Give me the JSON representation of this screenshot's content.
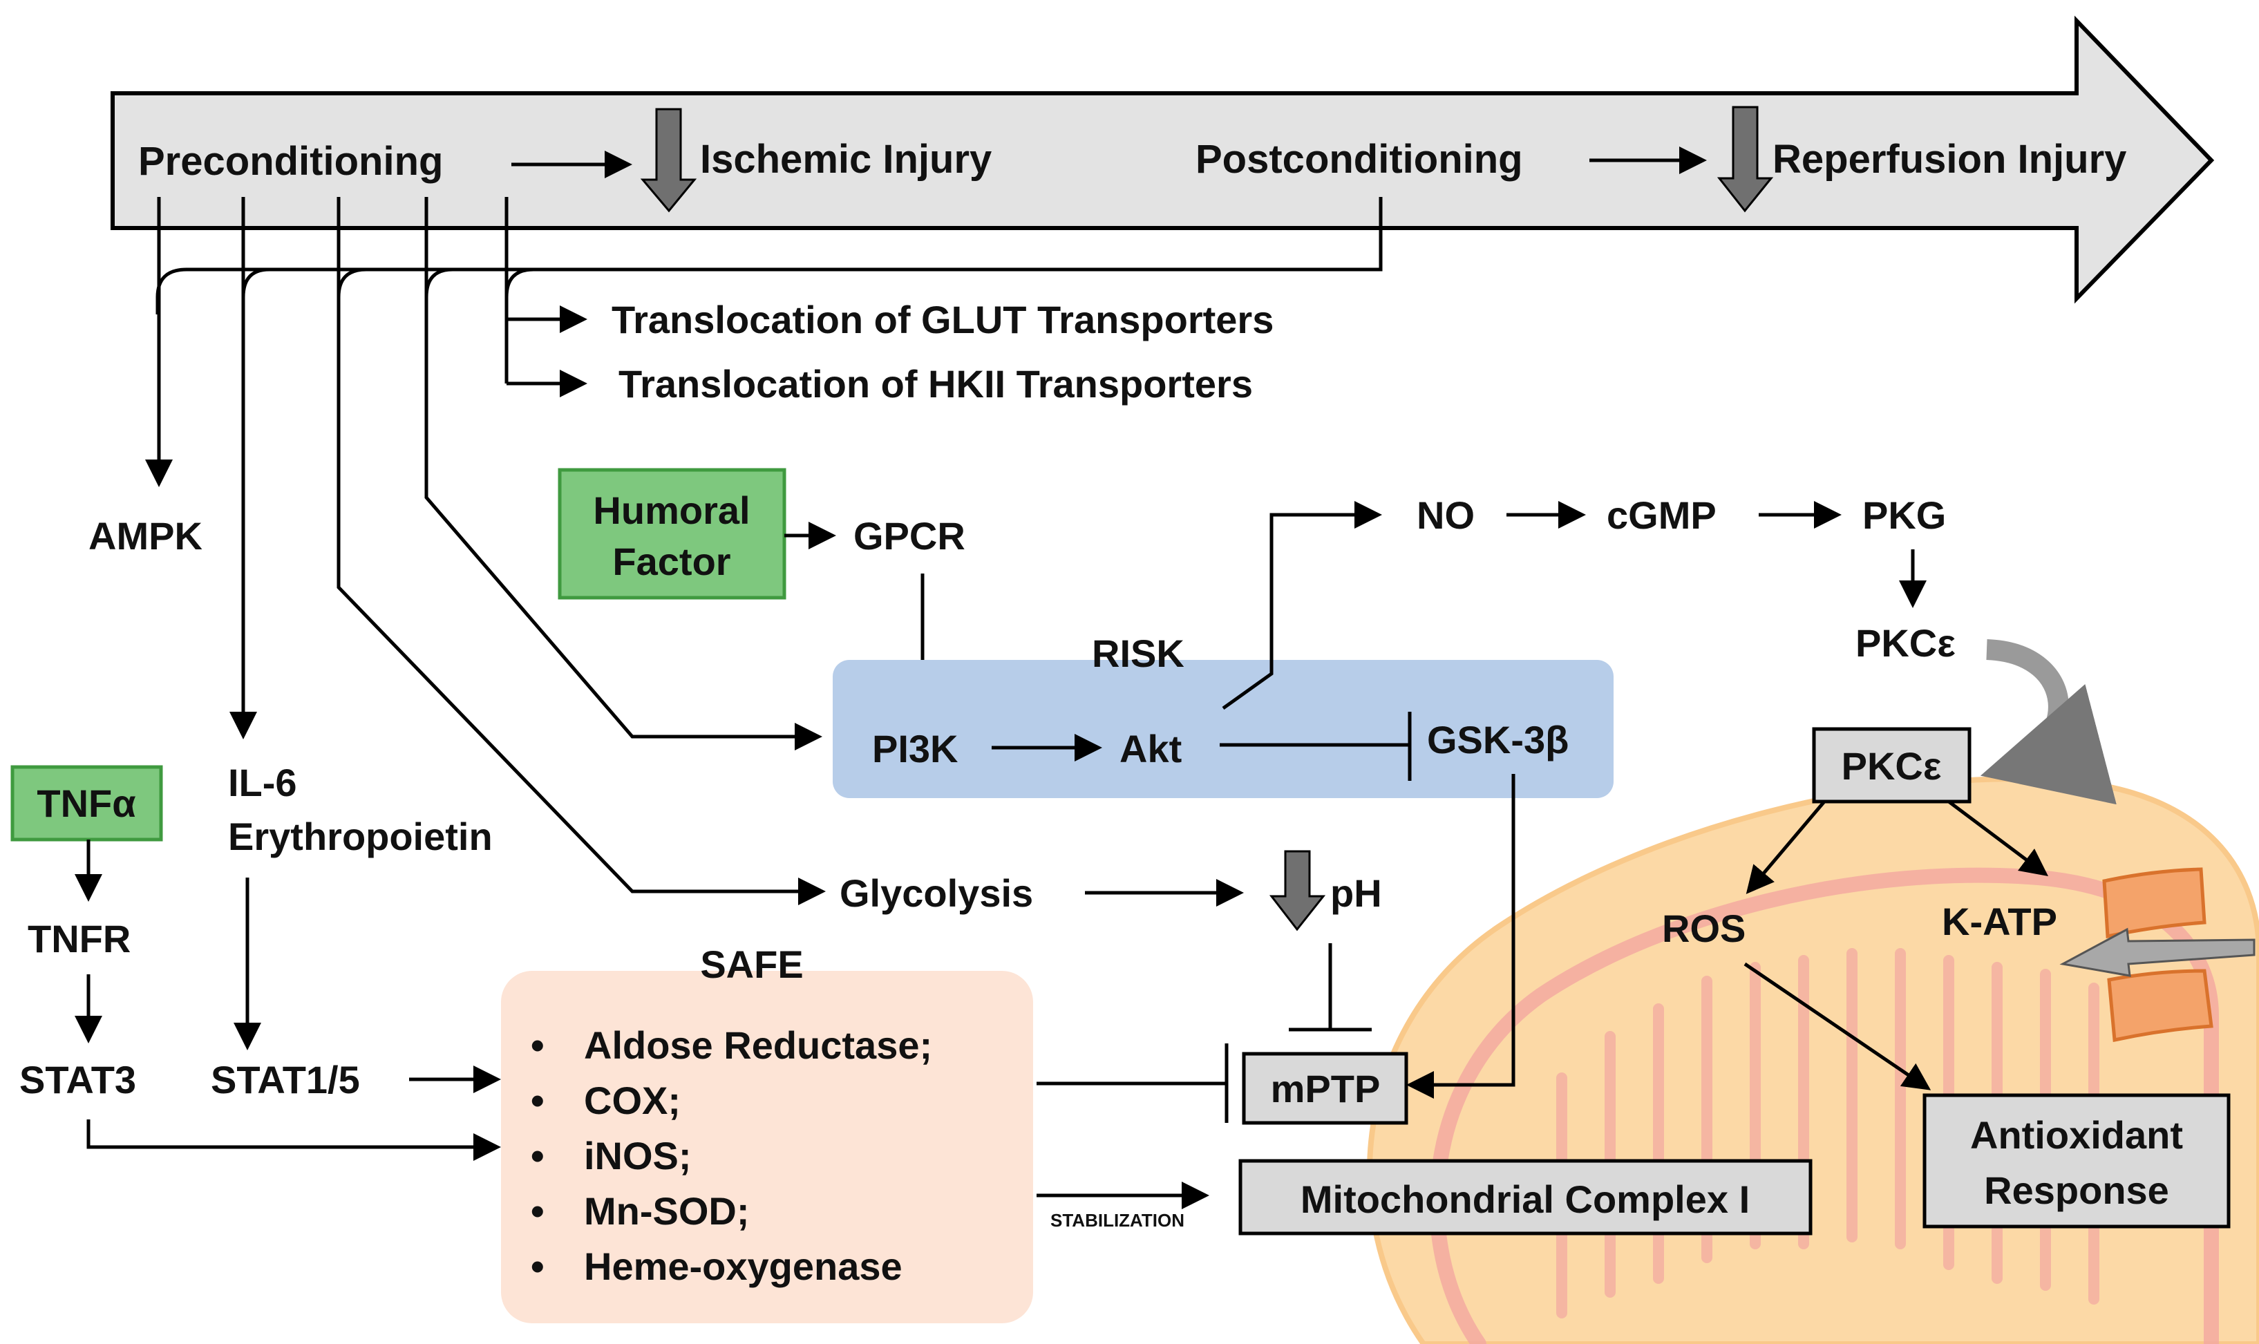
{
  "banner": {
    "preconditioning": "Preconditioning",
    "ischemic_injury": "Ischemic Injury",
    "postconditioning": "Postconditioning",
    "reperfusion_injury": "Reperfusion Injury"
  },
  "translocation": {
    "glut": "Translocation of GLUT Transporters",
    "hkii": "Translocation of HKII Transporters"
  },
  "nodes": {
    "ampk": "AMPK",
    "humoral_line1": "Humoral",
    "humoral_line2": "Factor",
    "gpcr": "GPCR",
    "no": "NO",
    "cgmp": "cGMP",
    "pkg": "PKG",
    "pkce_top": "PKCε",
    "risk": "RISK",
    "pi3k": "PI3K",
    "akt": "Akt",
    "gsk3b": "GSK-3β",
    "pkce_box": "PKCε",
    "tnfa": "TNFα",
    "il6": "IL-6",
    "erythropoietin": "Erythropoietin",
    "tnfr": "TNFR",
    "stat3": "STAT3",
    "stat15": "STAT1/5",
    "glycolysis": "Glycolysis",
    "ph": "pH",
    "ros": "ROS",
    "katp": "K-ATP",
    "safe": "SAFE",
    "mptp": "mPTP",
    "stabilization": "STABILIZATION",
    "complex1": "Mitochondrial Complex I",
    "antioxidant_line1": "Antioxidant",
    "antioxidant_line2": "Response"
  },
  "safe_items": [
    "Aldose Reductase;",
    "COX;",
    "iNOS;",
    "Mn-SOD;",
    "Heme-oxygenase"
  ],
  "colors": {
    "banner_fill": "#e3e3e3",
    "green_box": "#7ec87e",
    "risk_box": "#b7cde9",
    "safe_box": "#fde4d6",
    "mito_outer": "#fcd9a6",
    "mito_inner": "#f3a9a0",
    "channel": "#f4a36a",
    "gray_box": "#d9d9d9"
  }
}
